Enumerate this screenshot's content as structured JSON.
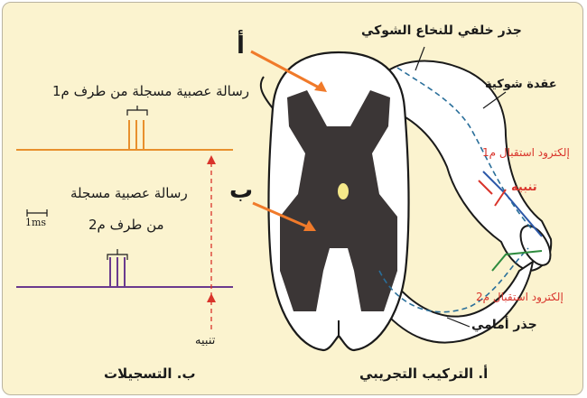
{
  "labels": {
    "label_a": "أ",
    "label_b": "ب",
    "dorsal_root": "جذر خلفي للنخاع الشوكي",
    "spinal_ganglion": "عقدة شوكية",
    "electrode_m1": "إلكترود استقبال م1",
    "stimulus_right": "تنبيه",
    "electrode_m2": "إلكترود استقبال م2",
    "ventral_root": "جذر أمامي",
    "caption_setup": "أ. التركيب التجريبي",
    "msg_m1": "رسالة عصبية مسجلة من طرف م1",
    "msg_m2_line1": "رسالة عصبية مسجلة",
    "msg_m2_line2": "من طرف م2",
    "scale": "1ms",
    "stimulus_left": "تنبيه",
    "caption_records": "ب. التسجيلات"
  },
  "colors": {
    "frame_bg": "#fbf3cf",
    "grey_matter": "#3b3636",
    "trace_m1": "#e8902d",
    "trace_m2": "#6a3a8e",
    "arrow": "#f07a2a",
    "stimulus_marker": "#d9342b",
    "electrode_m1": "#2c58a8",
    "electrode_m2": "#2e8b3e"
  }
}
